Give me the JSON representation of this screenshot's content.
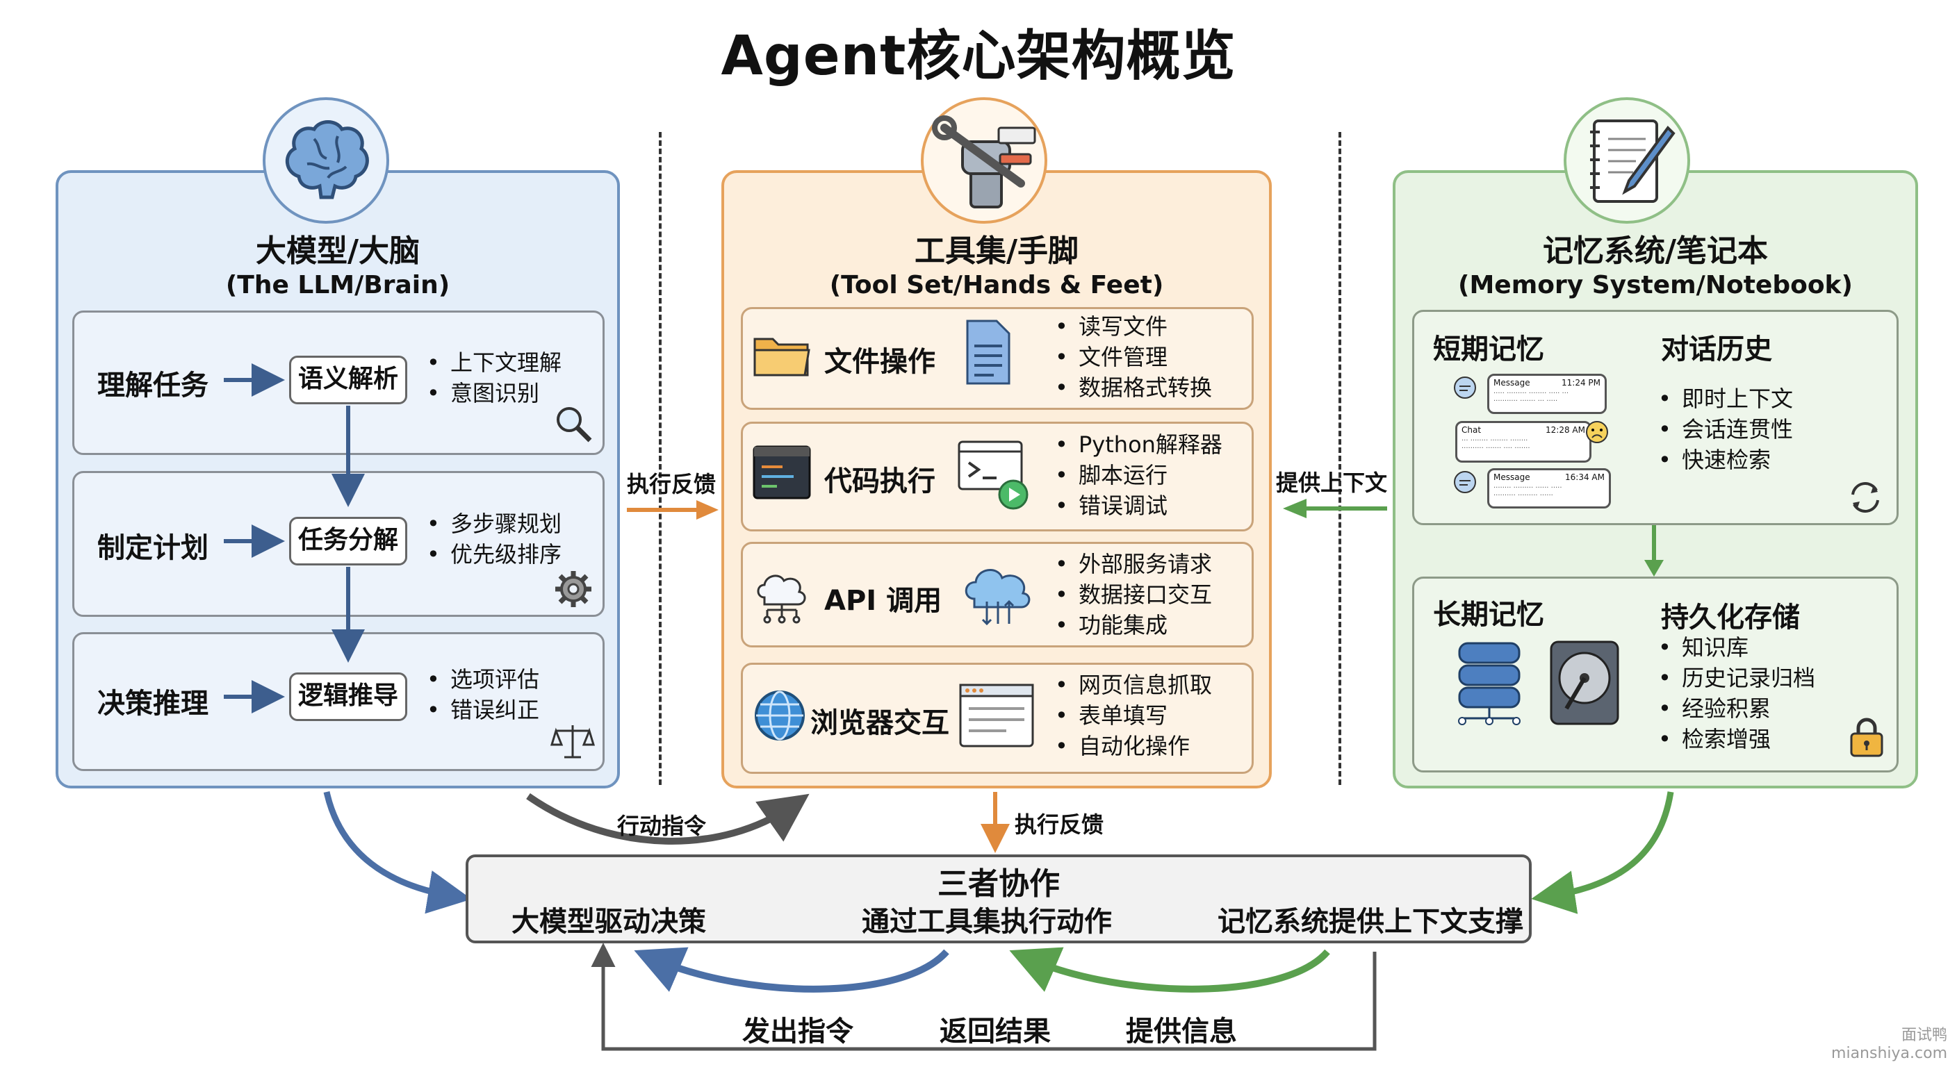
{
  "title": "Agent核心架构概览",
  "llm": {
    "title": "大模型/大脑",
    "subtitle": "(The LLM/Brain)",
    "icon": "brain-icon",
    "steps": [
      {
        "label": "理解任务",
        "box": "语义解析",
        "bullets": [
          "上下文理解",
          "意图识别"
        ],
        "icon": "magnifier-icon"
      },
      {
        "label": "制定计划",
        "box": "任务分解",
        "bullets": [
          "多步骤规划",
          "优先级排序"
        ],
        "icon": "gear-icon"
      },
      {
        "label": "决策推理",
        "box": "逻辑推导",
        "bullets": [
          "选项评估",
          "错误纠正"
        ],
        "icon": "scale-icon"
      }
    ]
  },
  "tools": {
    "title": "工具集/手脚",
    "subtitle": "(Tool Set/Hands & Feet)",
    "icon": "robot-hand-wrench-icon",
    "items": [
      {
        "name": "文件操作",
        "icon": "folder-icon",
        "icon2": "document-icon",
        "bullets": [
          "读写文件",
          "文件管理",
          "数据格式转换"
        ]
      },
      {
        "name": "代码执行",
        "icon": "code-terminal-icon",
        "icon2": "run-window-icon",
        "bullets": [
          "Python解释器",
          "脚本运行",
          "错误调试"
        ]
      },
      {
        "name": "API 调用",
        "icon": "cloud-network-icon",
        "icon2": "cloud-transfer-icon",
        "bullets": [
          "外部服务请求",
          "数据接口交互",
          "功能集成"
        ]
      },
      {
        "name": "浏览器交互",
        "icon": "globe-icon",
        "icon2": "browser-window-icon",
        "bullets": [
          "网页信息抓取",
          "表单填写",
          "自动化操作"
        ]
      }
    ]
  },
  "memory": {
    "title": "记忆系统/笔记本",
    "subtitle": "(Memory System/Notebook)",
    "icon": "notebook-pen-icon",
    "short_term": {
      "label": "短期记忆",
      "heading": "对话历史",
      "bullets": [
        "即时上下文",
        "会话连贯性",
        "快速检索"
      ],
      "chat": [
        {
          "tag": "Message",
          "time": "11:24 PM",
          "text": "..... ......... ........ ..... ...\n........... ....... ... ....."
        },
        {
          "tag": "Chat",
          "time": "12:28 AM",
          "text": "... ........ ........ ........\n.......... ....... .... ......."
        },
        {
          "tag": "Message",
          "time": "16:34 AM",
          "text": "........ ......... ...... .....\n.......... ......... ......"
        }
      ]
    },
    "long_term": {
      "label": "长期记忆",
      "heading": "持久化存储",
      "bullets": [
        "知识库",
        "历史记录归档",
        "经验积累",
        "检索增强"
      ]
    }
  },
  "edges": {
    "llm_to_tools": "执行反馈",
    "memory_to_tools": "提供上下文",
    "action_command": "行动指令",
    "tools_feedback": "执行反馈"
  },
  "collab": {
    "title": "三者协作",
    "steps": [
      "大模型驱动决策",
      "通过工具集执行动作",
      "记忆系统提供上下文支撑"
    ]
  },
  "bottom": {
    "labels": [
      "发出指令",
      "返回结果",
      "提供信息"
    ]
  },
  "watermark": {
    "line1": "面试鸭",
    "line2": "mianshiya.com"
  },
  "colors": {
    "blue": "#5a7fb5",
    "orange": "#e08a3c",
    "green": "#6aaa5e",
    "gray": "#555555"
  }
}
